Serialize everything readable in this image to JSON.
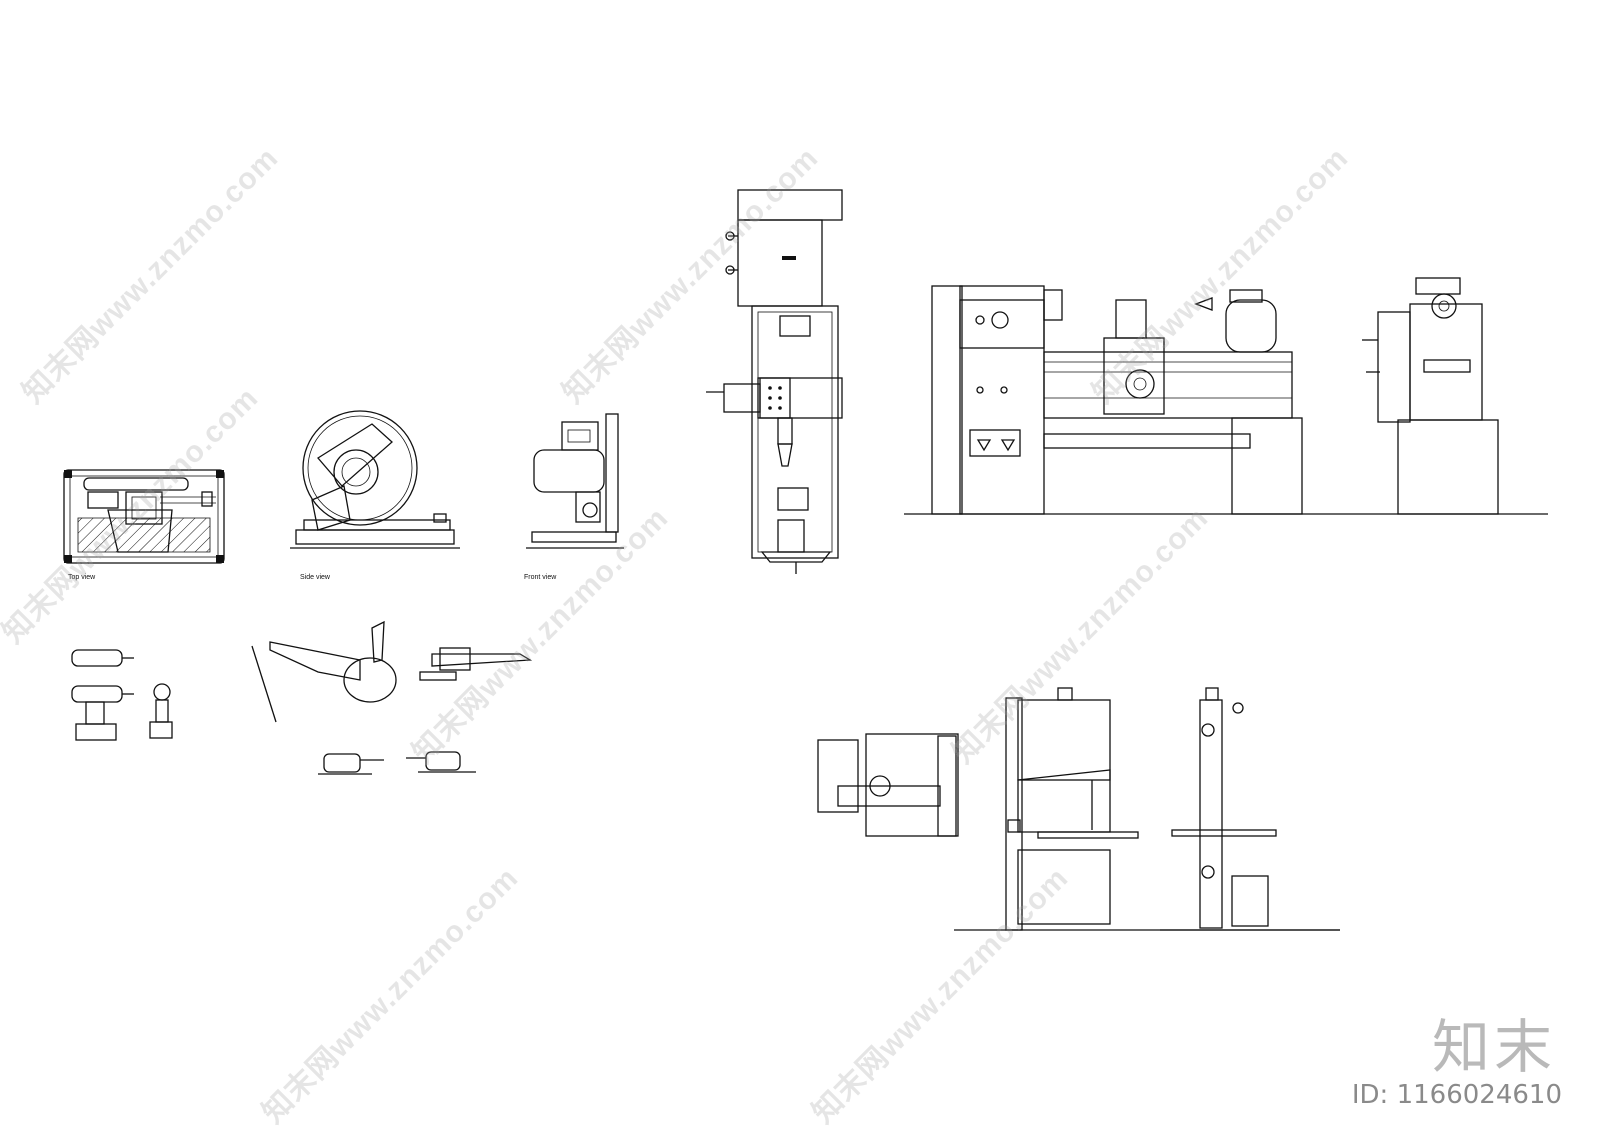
{
  "captions": {
    "top_view": "Top view",
    "side_view": "Side view",
    "front_view": "Front view"
  },
  "watermark": {
    "text": "知末网www.znzmo.com"
  },
  "brand": {
    "logo_text": "知末",
    "id_text": "ID: 1166024610"
  },
  "colors": {
    "line": "#111111",
    "background": "#ffffff",
    "watermark": "#a0a0a0"
  }
}
